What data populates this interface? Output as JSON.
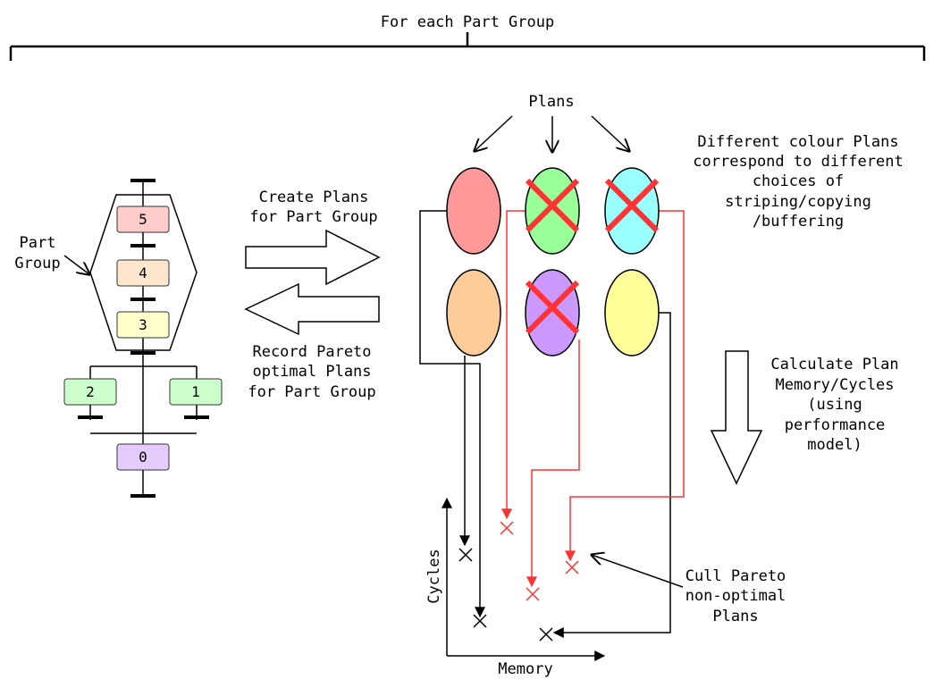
{
  "header": {
    "title": "For each Part Group"
  },
  "part_group": {
    "label_line1": "Part",
    "label_line2": "Group",
    "nodes": [
      {
        "id": "0",
        "color": "#e5ccff"
      },
      {
        "id": "1",
        "color": "#ccffcc"
      },
      {
        "id": "2",
        "color": "#ccffcc"
      },
      {
        "id": "3",
        "color": "#ffffcc"
      },
      {
        "id": "4",
        "color": "#ffe6cc"
      },
      {
        "id": "5",
        "color": "#ffcccc"
      }
    ]
  },
  "arrows": {
    "create_line1": "Create Plans",
    "create_line2": "for Part Group",
    "record_line1": "Record Pareto",
    "record_line2": "optimal Plans",
    "record_line3": "for Part Group"
  },
  "plans": {
    "label": "Plans",
    "items": [
      {
        "color": "#ff9999",
        "culled": false
      },
      {
        "color": "#99ff99",
        "culled": true
      },
      {
        "color": "#99ffff",
        "culled": true
      },
      {
        "color": "#ffcc99",
        "culled": false
      },
      {
        "color": "#cc99ff",
        "culled": true
      },
      {
        "color": "#ffff99",
        "culled": false
      }
    ],
    "cull_color": "#ff3333"
  },
  "colour_note": {
    "line1": "Different colour Plans",
    "line2": "correspond to different",
    "line3": "choices of",
    "line4": "striping/copying",
    "line5": "/buffering"
  },
  "calc_note": {
    "line1": "Calculate Plan",
    "line2": "Memory/Cycles",
    "line3": "(using",
    "line4": "performance",
    "line5": "model)"
  },
  "cull_note": {
    "line1": "Cull Pareto",
    "line2": "non-optimal",
    "line3": "Plans"
  },
  "axes": {
    "ylabel": "Cycles",
    "xlabel": "Memory"
  }
}
